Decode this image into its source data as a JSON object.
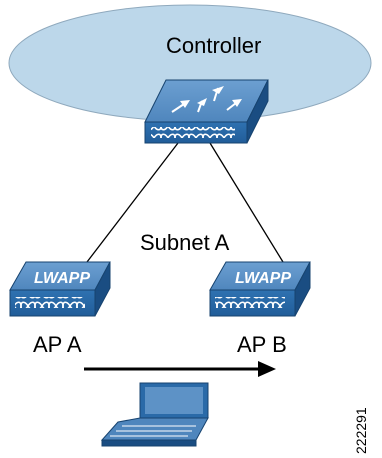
{
  "diagram": {
    "controller_label": "Controller",
    "subnet_label": "Subnet A",
    "ap_a": {
      "label": "AP A",
      "badge": "LWAPP"
    },
    "ap_b": {
      "label": "AP B",
      "badge": "LWAPP"
    },
    "figure_id": "222291",
    "colors": {
      "ellipse_fill": "#bcd7ea",
      "device_top": "#5d92c6",
      "device_face": "#2a6aa8",
      "device_side": "#1a4d82",
      "line": "#000000"
    },
    "icons": [
      "controller-icon",
      "access-point-icon",
      "laptop-icon",
      "arrow-right-icon"
    ]
  }
}
